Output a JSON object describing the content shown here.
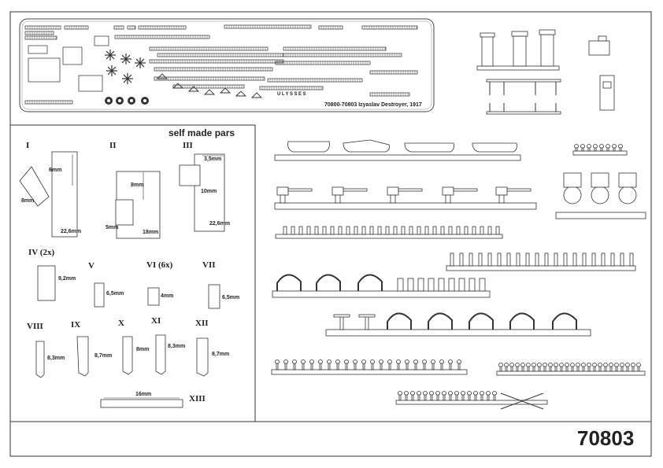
{
  "fret": {
    "title": "70800-70803 Izyaslav Destroyer, 1917",
    "brand": "ULYSSES"
  },
  "panel": {
    "title": "self made pars"
  },
  "parts": [
    {
      "id": "I",
      "dims": [
        "6mm",
        "8mm",
        "22,6mm"
      ]
    },
    {
      "id": "II",
      "dims": [
        "8mm",
        "5mm",
        "18mm"
      ]
    },
    {
      "id": "III",
      "dims": [
        "3,5mm",
        "10mm",
        "22,6mm"
      ]
    },
    {
      "id": "IV (2x)",
      "dims": [
        "9,2mm"
      ]
    },
    {
      "id": "V",
      "dims": [
        "6,5mm"
      ]
    },
    {
      "id": "VI (6x)",
      "dims": [
        "4mm"
      ]
    },
    {
      "id": "VII",
      "dims": [
        "6,5mm"
      ]
    },
    {
      "id": "VIII",
      "dims": [
        "8,3mm"
      ]
    },
    {
      "id": "IX",
      "dims": [
        "8,7mm"
      ]
    },
    {
      "id": "X",
      "dims": [
        "8mm"
      ]
    },
    {
      "id": "XI",
      "dims": [
        "8,3mm"
      ]
    },
    {
      "id": "XII",
      "dims": [
        "8,7mm"
      ]
    },
    {
      "id": "XIII",
      "dims": [
        "16mm"
      ]
    }
  ],
  "footer": {
    "code": "70803"
  }
}
